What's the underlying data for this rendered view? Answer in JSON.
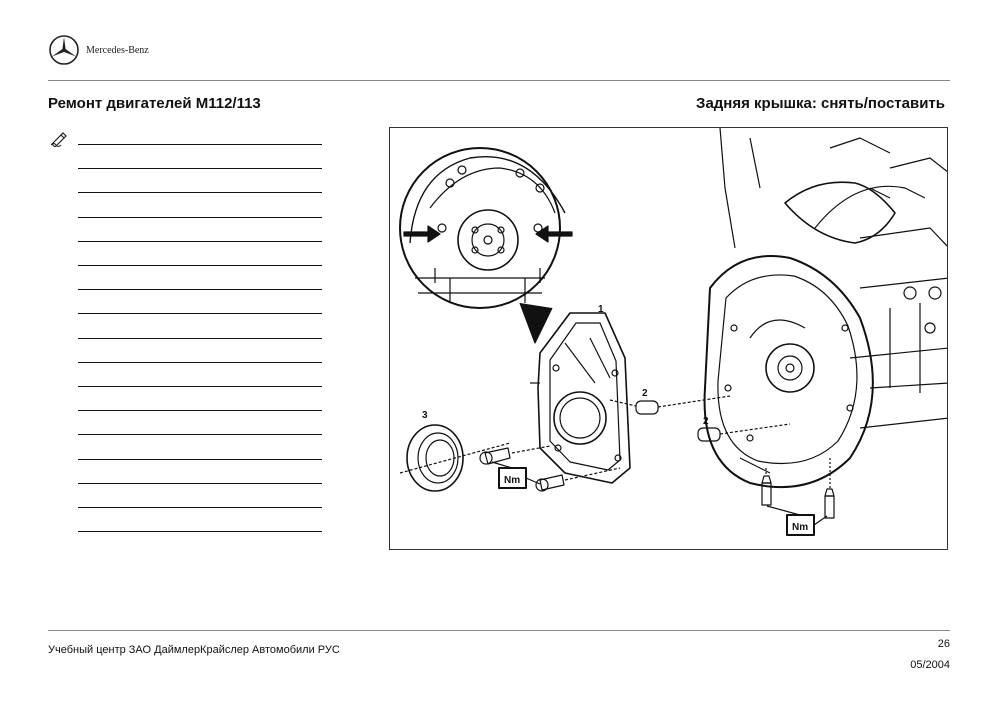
{
  "header": {
    "brand": "Mercedes-Benz",
    "title_left": "Ремонт двигателей M112/113",
    "title_right": "Задняя крышка: снять/поставить"
  },
  "notes": {
    "icon": "pencil-writing-icon",
    "line_count": 17
  },
  "figure": {
    "callouts": [
      "1",
      "2",
      "2",
      "3"
    ],
    "torque_labels": [
      "Nm",
      "Nm"
    ]
  },
  "footer": {
    "left": "Учебный центр ЗАО ДаймлерКрайслер Автомобили РУС",
    "page": "26",
    "date": "05/2004"
  }
}
